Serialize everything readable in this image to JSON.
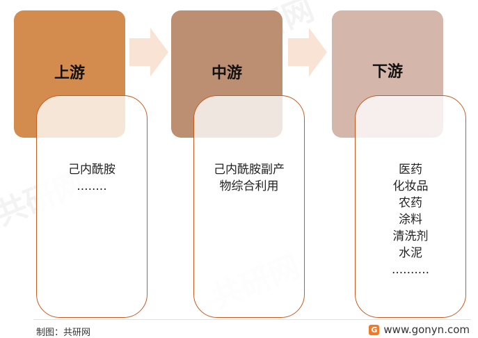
{
  "stages": [
    {
      "title": "上游",
      "color": "#d38c4e",
      "items": [
        "己内酰胺",
        "........"
      ]
    },
    {
      "title": "中游",
      "color": "#bc8f72",
      "items": [
        "己内酰胺副产",
        "物综合利用"
      ]
    },
    {
      "title": "下游",
      "color": "#d4b6ab",
      "items": [
        "医药",
        "化妆品",
        "农药",
        "涂料",
        "清洗剂",
        "水泥",
        ".........."
      ]
    }
  ],
  "arrow_color": "#f8e3d4",
  "card_border_color": "#c85a1e",
  "footer": {
    "credit": "制图：共研网",
    "website": "www.gonyn.com",
    "logo_icon": "gonyn-logo-icon"
  },
  "watermark": {
    "text": "共研网",
    "subtext": "www.gonyn.com"
  }
}
